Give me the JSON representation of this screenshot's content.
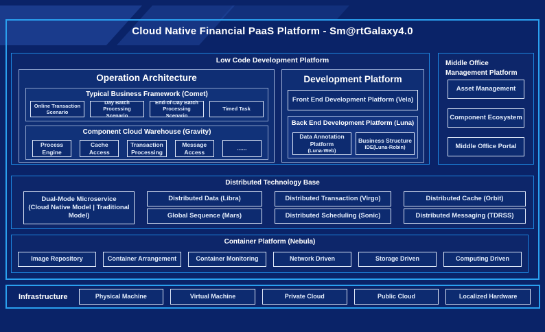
{
  "colors": {
    "background": "#0a2368",
    "outer_border": "#2aa0ef",
    "section_border": "#1d86e0",
    "box_border": "#dfe8f8",
    "text": "#ffffff"
  },
  "header": {
    "title": "Cloud Native Financial PaaS Platform - Sm@rtGalaxy4.0"
  },
  "low_code": {
    "title": "Low Code Development Platform",
    "operation_architecture": {
      "title": "Operation Architecture",
      "typical_business": {
        "title": "Typical Business Framework (Comet)",
        "items": [
          "Online Transaction Scenario",
          "Day Batch Processing Scenario",
          "End-of-Day Batch Processing Scenario",
          "Timed Task"
        ]
      },
      "component_cloud": {
        "title": "Component Cloud Warehouse (Gravity)",
        "items": [
          "Process Engine",
          "Cache Access",
          "Transaction Processing",
          "Message Access",
          "......"
        ]
      }
    },
    "development_platform": {
      "title": "Development Platform",
      "front_end": "Front End Development Platform (Vela)",
      "back_end": {
        "title": "Back End Development Platform (Luna)",
        "items": [
          {
            "label": "Data Annotation Platform",
            "sub": "(Luna-Web)"
          },
          {
            "label": "Business Structure",
            "sub": "IDE(Luna-Robin)"
          }
        ]
      }
    }
  },
  "middle_office": {
    "title": "Middle Office Management Platform",
    "items": [
      "Asset Management",
      "Component Ecosystem",
      "Middle Office Portal"
    ]
  },
  "distributed": {
    "title": "Distributed Technology Base",
    "dual_mode": {
      "label": "Dual-Mode Microservice",
      "detail": "(Cloud Native Model | Traditional Model)"
    },
    "columns": [
      [
        "Distributed Data (Libra)",
        "Global Sequence (Mars)"
      ],
      [
        "Distributed Transaction (Virgo)",
        "Distributed Scheduling (Sonic)"
      ],
      [
        "Distributed Cache (Orbit)",
        "Distributed Messaging (TDRSS)"
      ]
    ]
  },
  "container_platform": {
    "title": "Container Platform (Nebula)",
    "items": [
      "Image Repository",
      "Container Arrangement",
      "Container Monitoring",
      "Network Driven",
      "Storage Driven",
      "Computing Driven"
    ]
  },
  "infrastructure": {
    "label": "Infrastructure",
    "items": [
      "Physical Machine",
      "Virtual Machine",
      "Private Cloud",
      "Public Cloud",
      "Localized Hardware"
    ]
  }
}
